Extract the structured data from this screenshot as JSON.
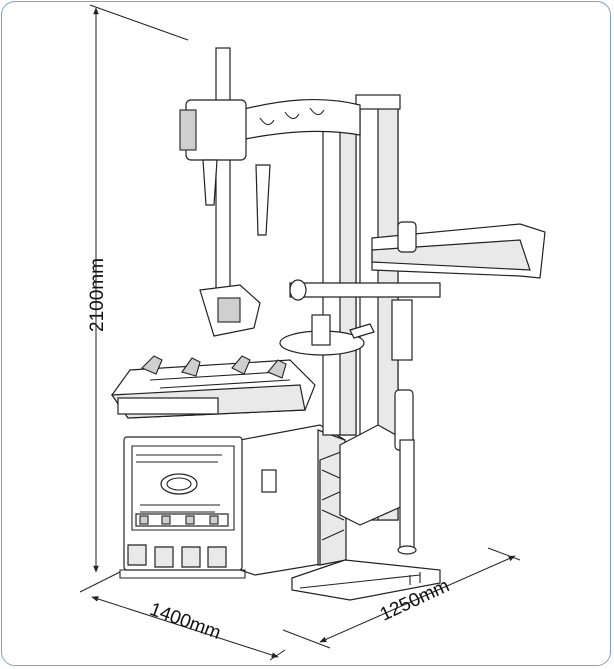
{
  "dimensions": {
    "height": "2100mm",
    "width": "1400mm",
    "depth": "1250mm"
  },
  "colors": {
    "frame_border": "#7fa3c4",
    "line": "#222222",
    "panel_fill": "#e9e9e9"
  }
}
